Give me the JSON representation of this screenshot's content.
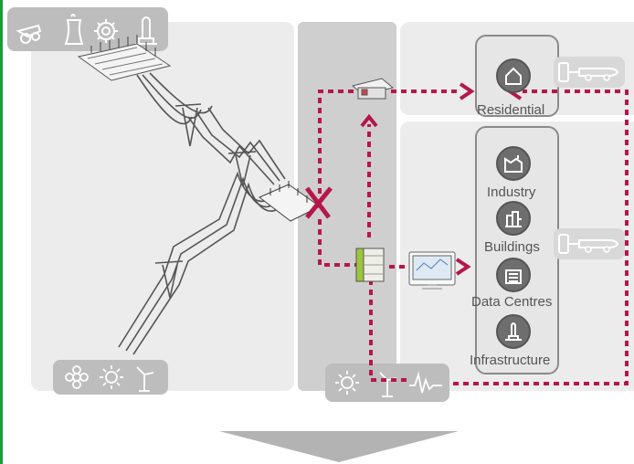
{
  "diagram": {
    "consumers": [
      {
        "label": "Residential",
        "icon": "house-icon"
      },
      {
        "label": "Industry",
        "icon": "factory-icon"
      },
      {
        "label": "Buildings",
        "icon": "buildings-icon"
      },
      {
        "label": "Data Centres",
        "icon": "data-centre-icon"
      },
      {
        "label": "Infrastructure",
        "icon": "infrastructure-icon"
      }
    ],
    "generation_top_icons": [
      "cannon-icon",
      "cooling-tower-icon",
      "gear-icon",
      "refinery-icon"
    ],
    "renewables_icons": [
      "flower-icon",
      "sun-icon",
      "wind-turbine-icon"
    ],
    "local_sources_icons": [
      "sun-icon",
      "wind-turbine-icon",
      "waveform-icon"
    ],
    "ev_icon": "electric-vehicle-icon",
    "colors": {
      "flow": "#b5174a",
      "panel": "#ececec",
      "band": "#cfcfcf",
      "icons": "#8a8a8a"
    }
  }
}
